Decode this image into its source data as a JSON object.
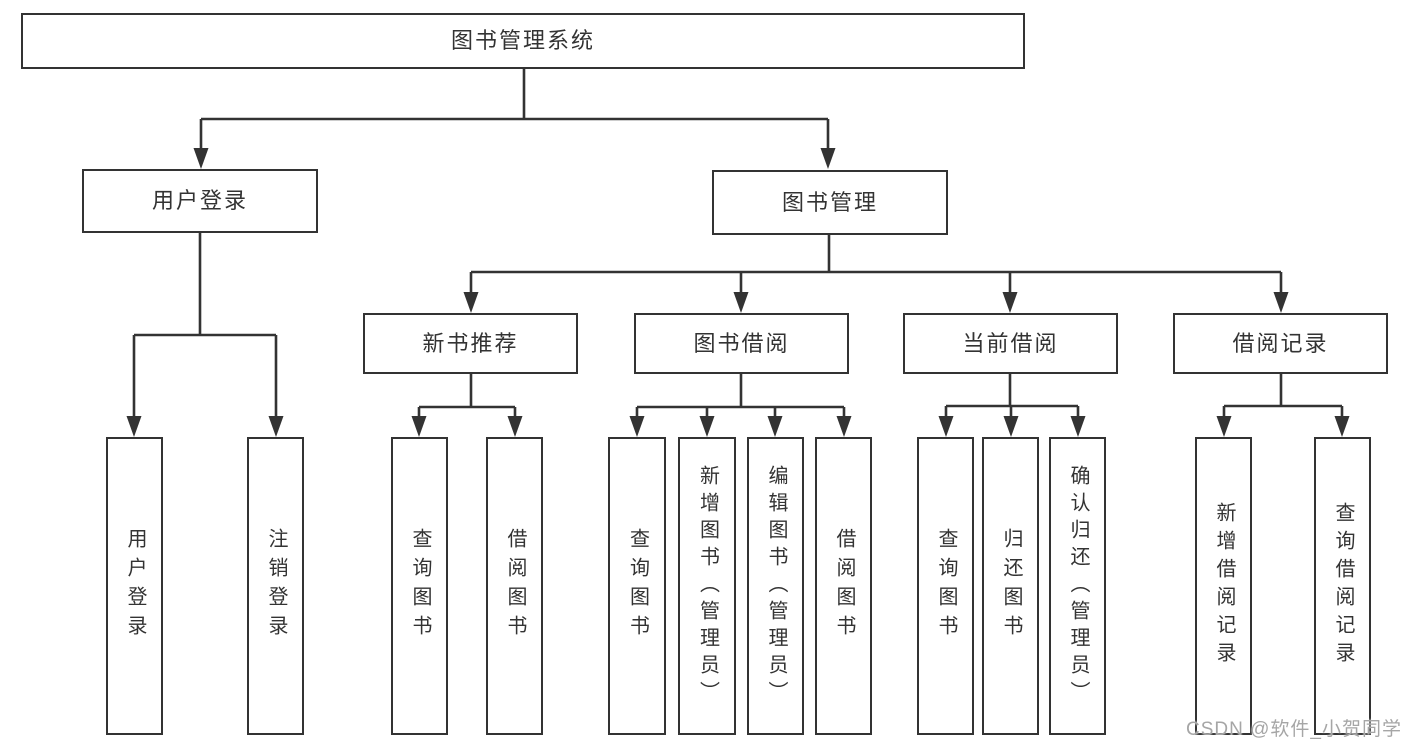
{
  "title": "图书管理系统",
  "branches": {
    "user_login": {
      "label": "用户登录",
      "children": [
        {
          "label": "用户登录"
        },
        {
          "label": "注销登录"
        }
      ]
    },
    "book_mgmt": {
      "label": "图书管理",
      "sections": [
        {
          "label": "新书推荐",
          "children": [
            {
              "label": "查询图书"
            },
            {
              "label": "借阅图书"
            }
          ]
        },
        {
          "label": "图书借阅",
          "children": [
            {
              "label": "查询图书"
            },
            {
              "label": "新增图书（管理员）"
            },
            {
              "label": "编辑图书（管理员）"
            },
            {
              "label": "借阅图书"
            }
          ]
        },
        {
          "label": "当前借阅",
          "children": [
            {
              "label": "查询图书"
            },
            {
              "label": "归还图书"
            },
            {
              "label": "确认归还（管理员）"
            }
          ]
        },
        {
          "label": "借阅记录",
          "children": [
            {
              "label": "新增借阅记录"
            },
            {
              "label": "查询借阅记录"
            }
          ]
        }
      ]
    }
  },
  "watermark": "CSDN @软件_小贺同学",
  "colors": {
    "line": "#333333",
    "text": "#333333",
    "background": "#ffffff",
    "watermark": "#a6a6a6"
  }
}
